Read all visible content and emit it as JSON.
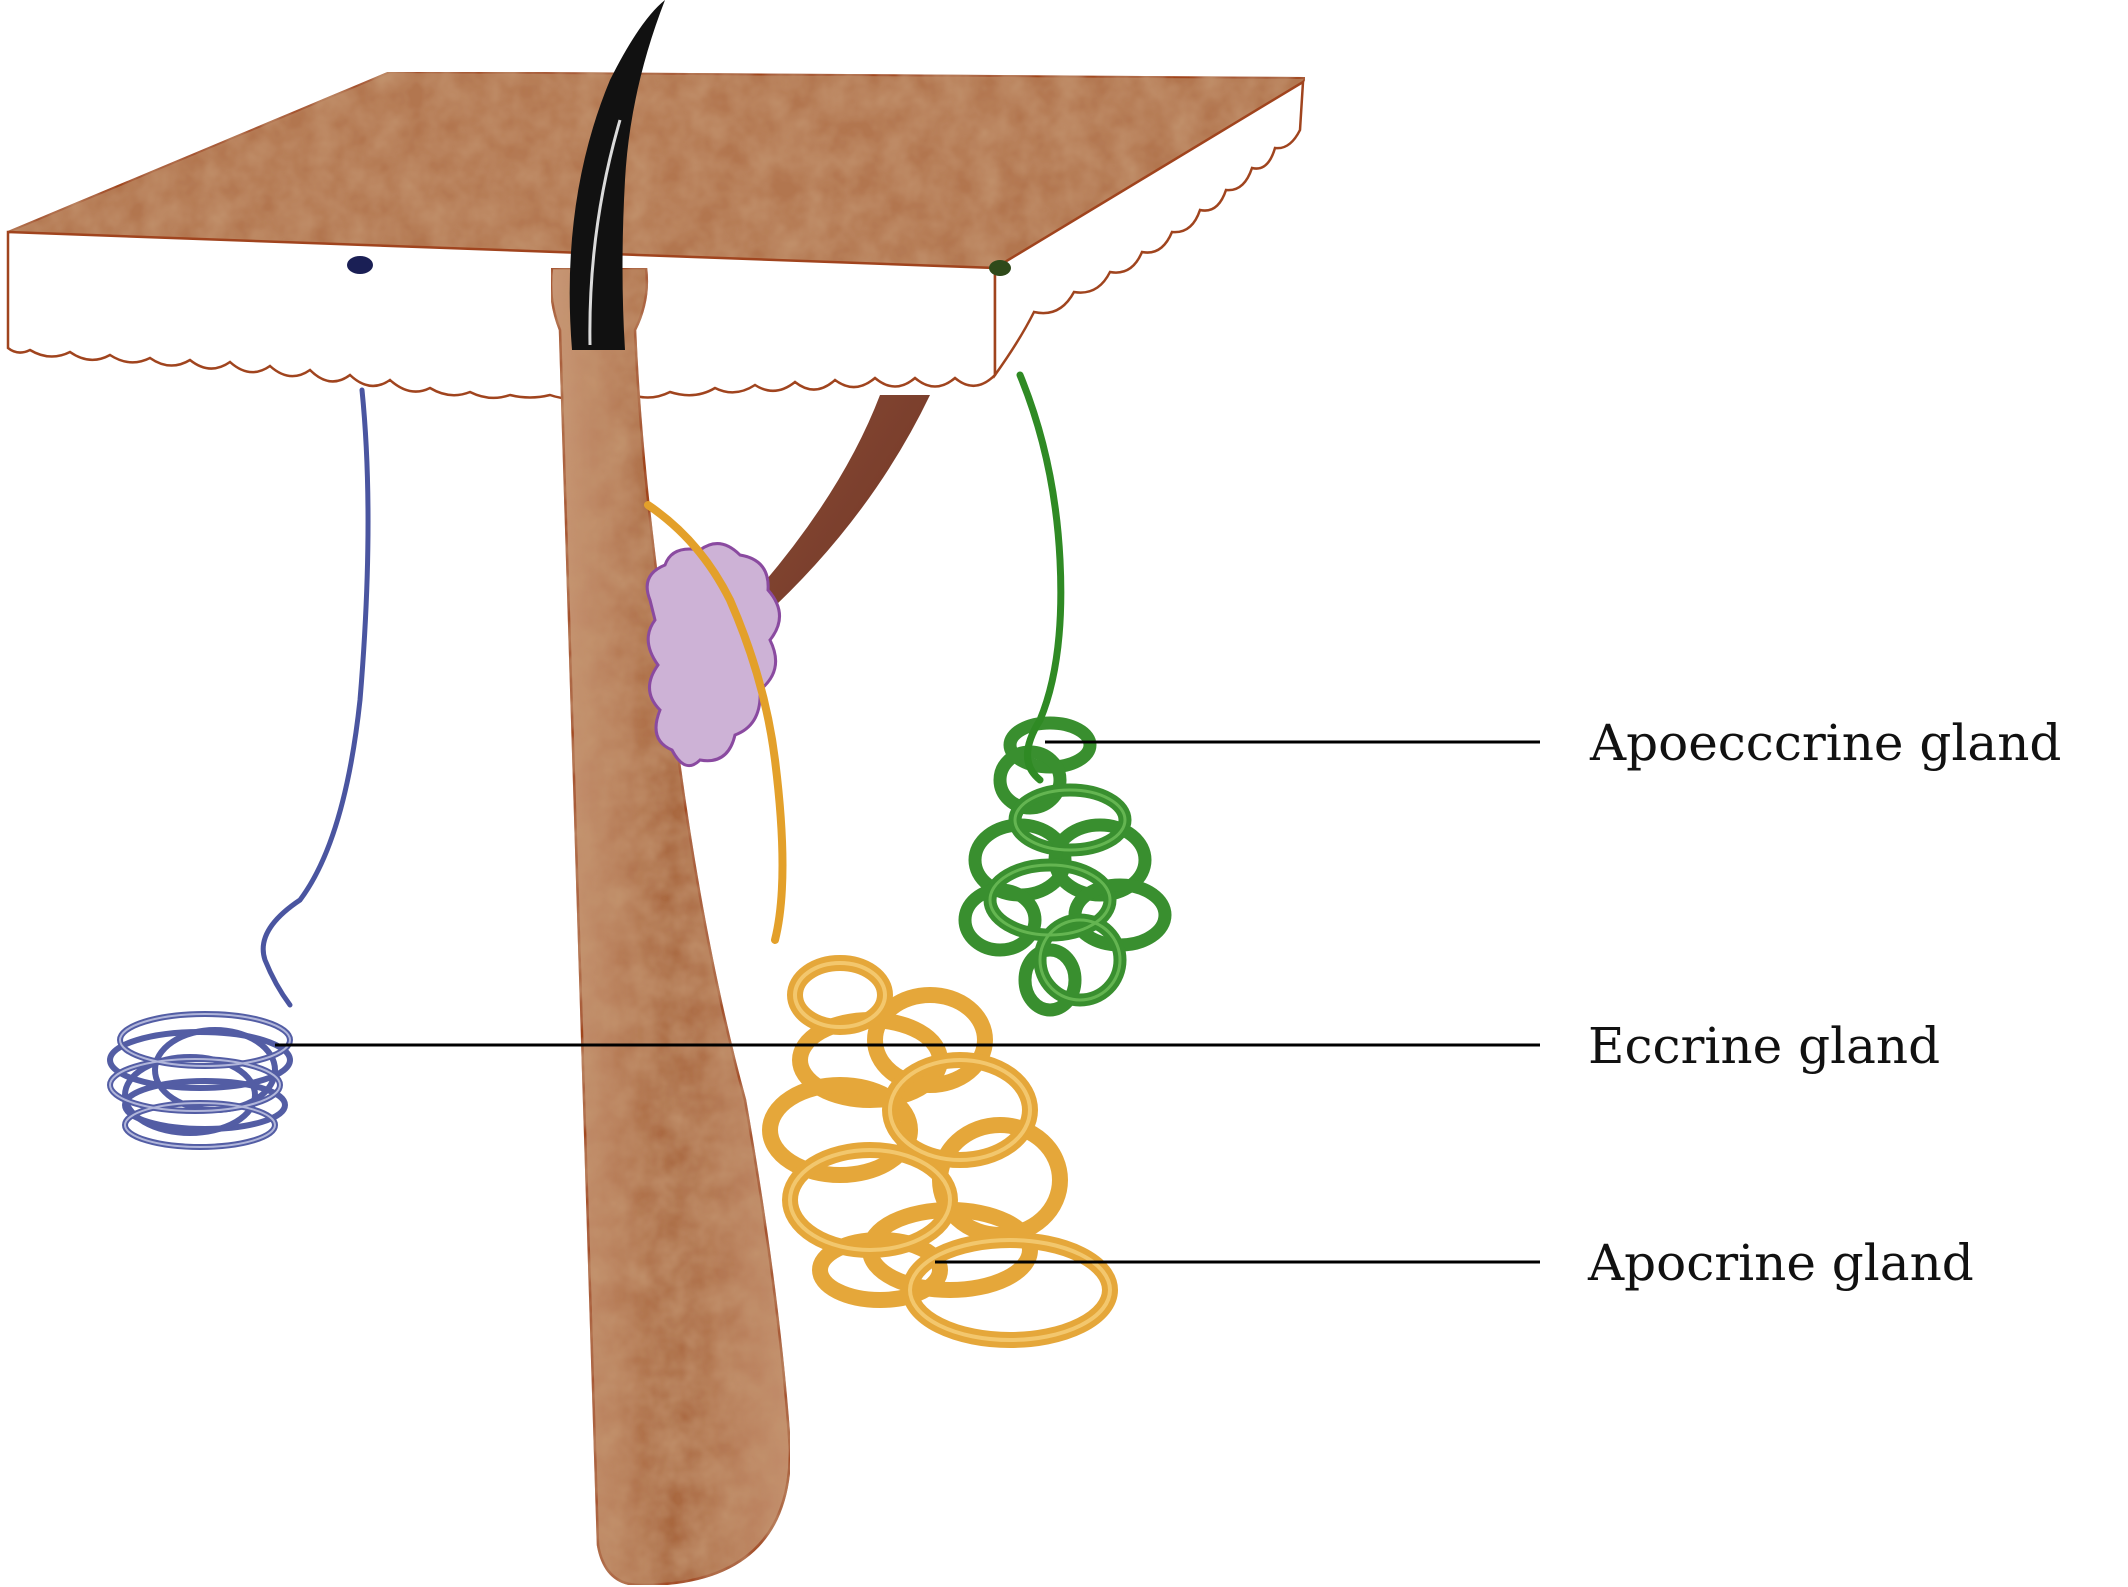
{
  "labels": {
    "apoeccrine": "Apoecccrine gland",
    "eccrine": "Eccrine gland",
    "apocrine": "Apocrine gland"
  },
  "colors": {
    "skin": "#b0704a",
    "skin_dark": "#8a4a2a",
    "skin_edge": "#a0441e",
    "hair": "#111111",
    "muscle": "#6b2a1a",
    "eccrine": "#4a55a0",
    "apocrine": "#e3a02a",
    "apoeccrine": "#2f8a24",
    "sebaceous": "#9a6ab0",
    "leader": "#000000"
  }
}
